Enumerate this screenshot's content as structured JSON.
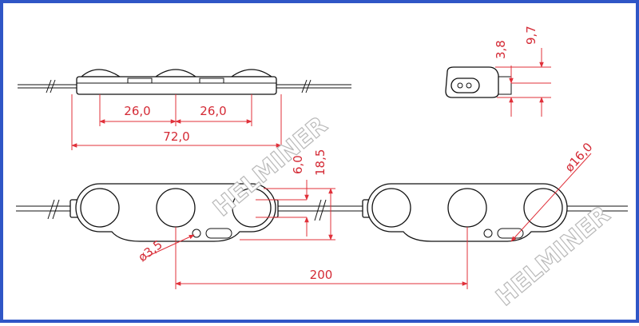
{
  "colors": {
    "frame": "#2f56c6",
    "outline": "#111111",
    "dimension": "#e0303a",
    "watermark_stroke": "#b9b9b9"
  },
  "watermark": {
    "text_1": "HELMINER",
    "text_2": "HELMINER"
  },
  "dimensions": {
    "side_lens_pitch_1": "26,0",
    "side_lens_pitch_2": "26,0",
    "side_total_length": "72,0",
    "end_lens_height": "3,8",
    "end_total_height": "9,7",
    "top_body_width": "6,0",
    "top_lens_width": "18,5",
    "mount_hole": "ø3,5",
    "lens_diameter": "ø16,0",
    "module_spacing": "200"
  }
}
